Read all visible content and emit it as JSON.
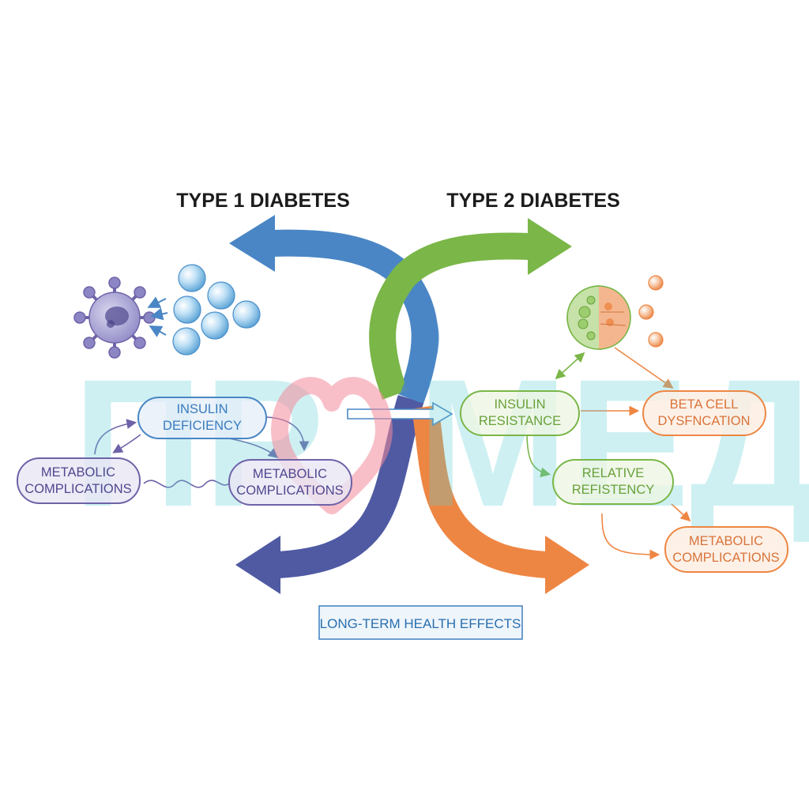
{
  "titles": {
    "type1": "TYPE 1 DIABETES",
    "type2": "TYPE 2 DIABETES"
  },
  "watermark": {
    "left": "ПР",
    "right": "МЕД"
  },
  "left_nodes": {
    "insulin_deficiency": [
      "INSULIN",
      "DEFICIENCY"
    ],
    "metabolic_left": [
      "METABOLIC",
      "COMPLICATIONS"
    ],
    "metabolic_center": [
      "METABOLIC",
      "COMPLICATIONS"
    ]
  },
  "right_nodes": {
    "insulin_resistance": [
      "INSULIN",
      "RESISTANCE"
    ],
    "beta_cell": [
      "BETA CELL",
      "DYSFNCATION"
    ],
    "relative": [
      "RELATIVE",
      "REFISTENCY"
    ],
    "metabolic_right": [
      "METABOLIC",
      "COMPLICATIONS"
    ]
  },
  "footer": {
    "label": "LONG-TERM HEALTH EFFECTS"
  },
  "colors": {
    "blue": "#4a86c5",
    "green": "#7ab648",
    "indigo": "#4f5aa3",
    "orange": "#ee8643",
    "purple": "#6e63a8",
    "watermark": "#5fcfd6",
    "heart": "#f28b9b"
  },
  "icons": {
    "immune_cell": "immune-cell-icon",
    "insulin_molecules": "insulin-molecule-icon",
    "beta_cell": "beta-cell-icon",
    "heart": "heart-icon"
  }
}
